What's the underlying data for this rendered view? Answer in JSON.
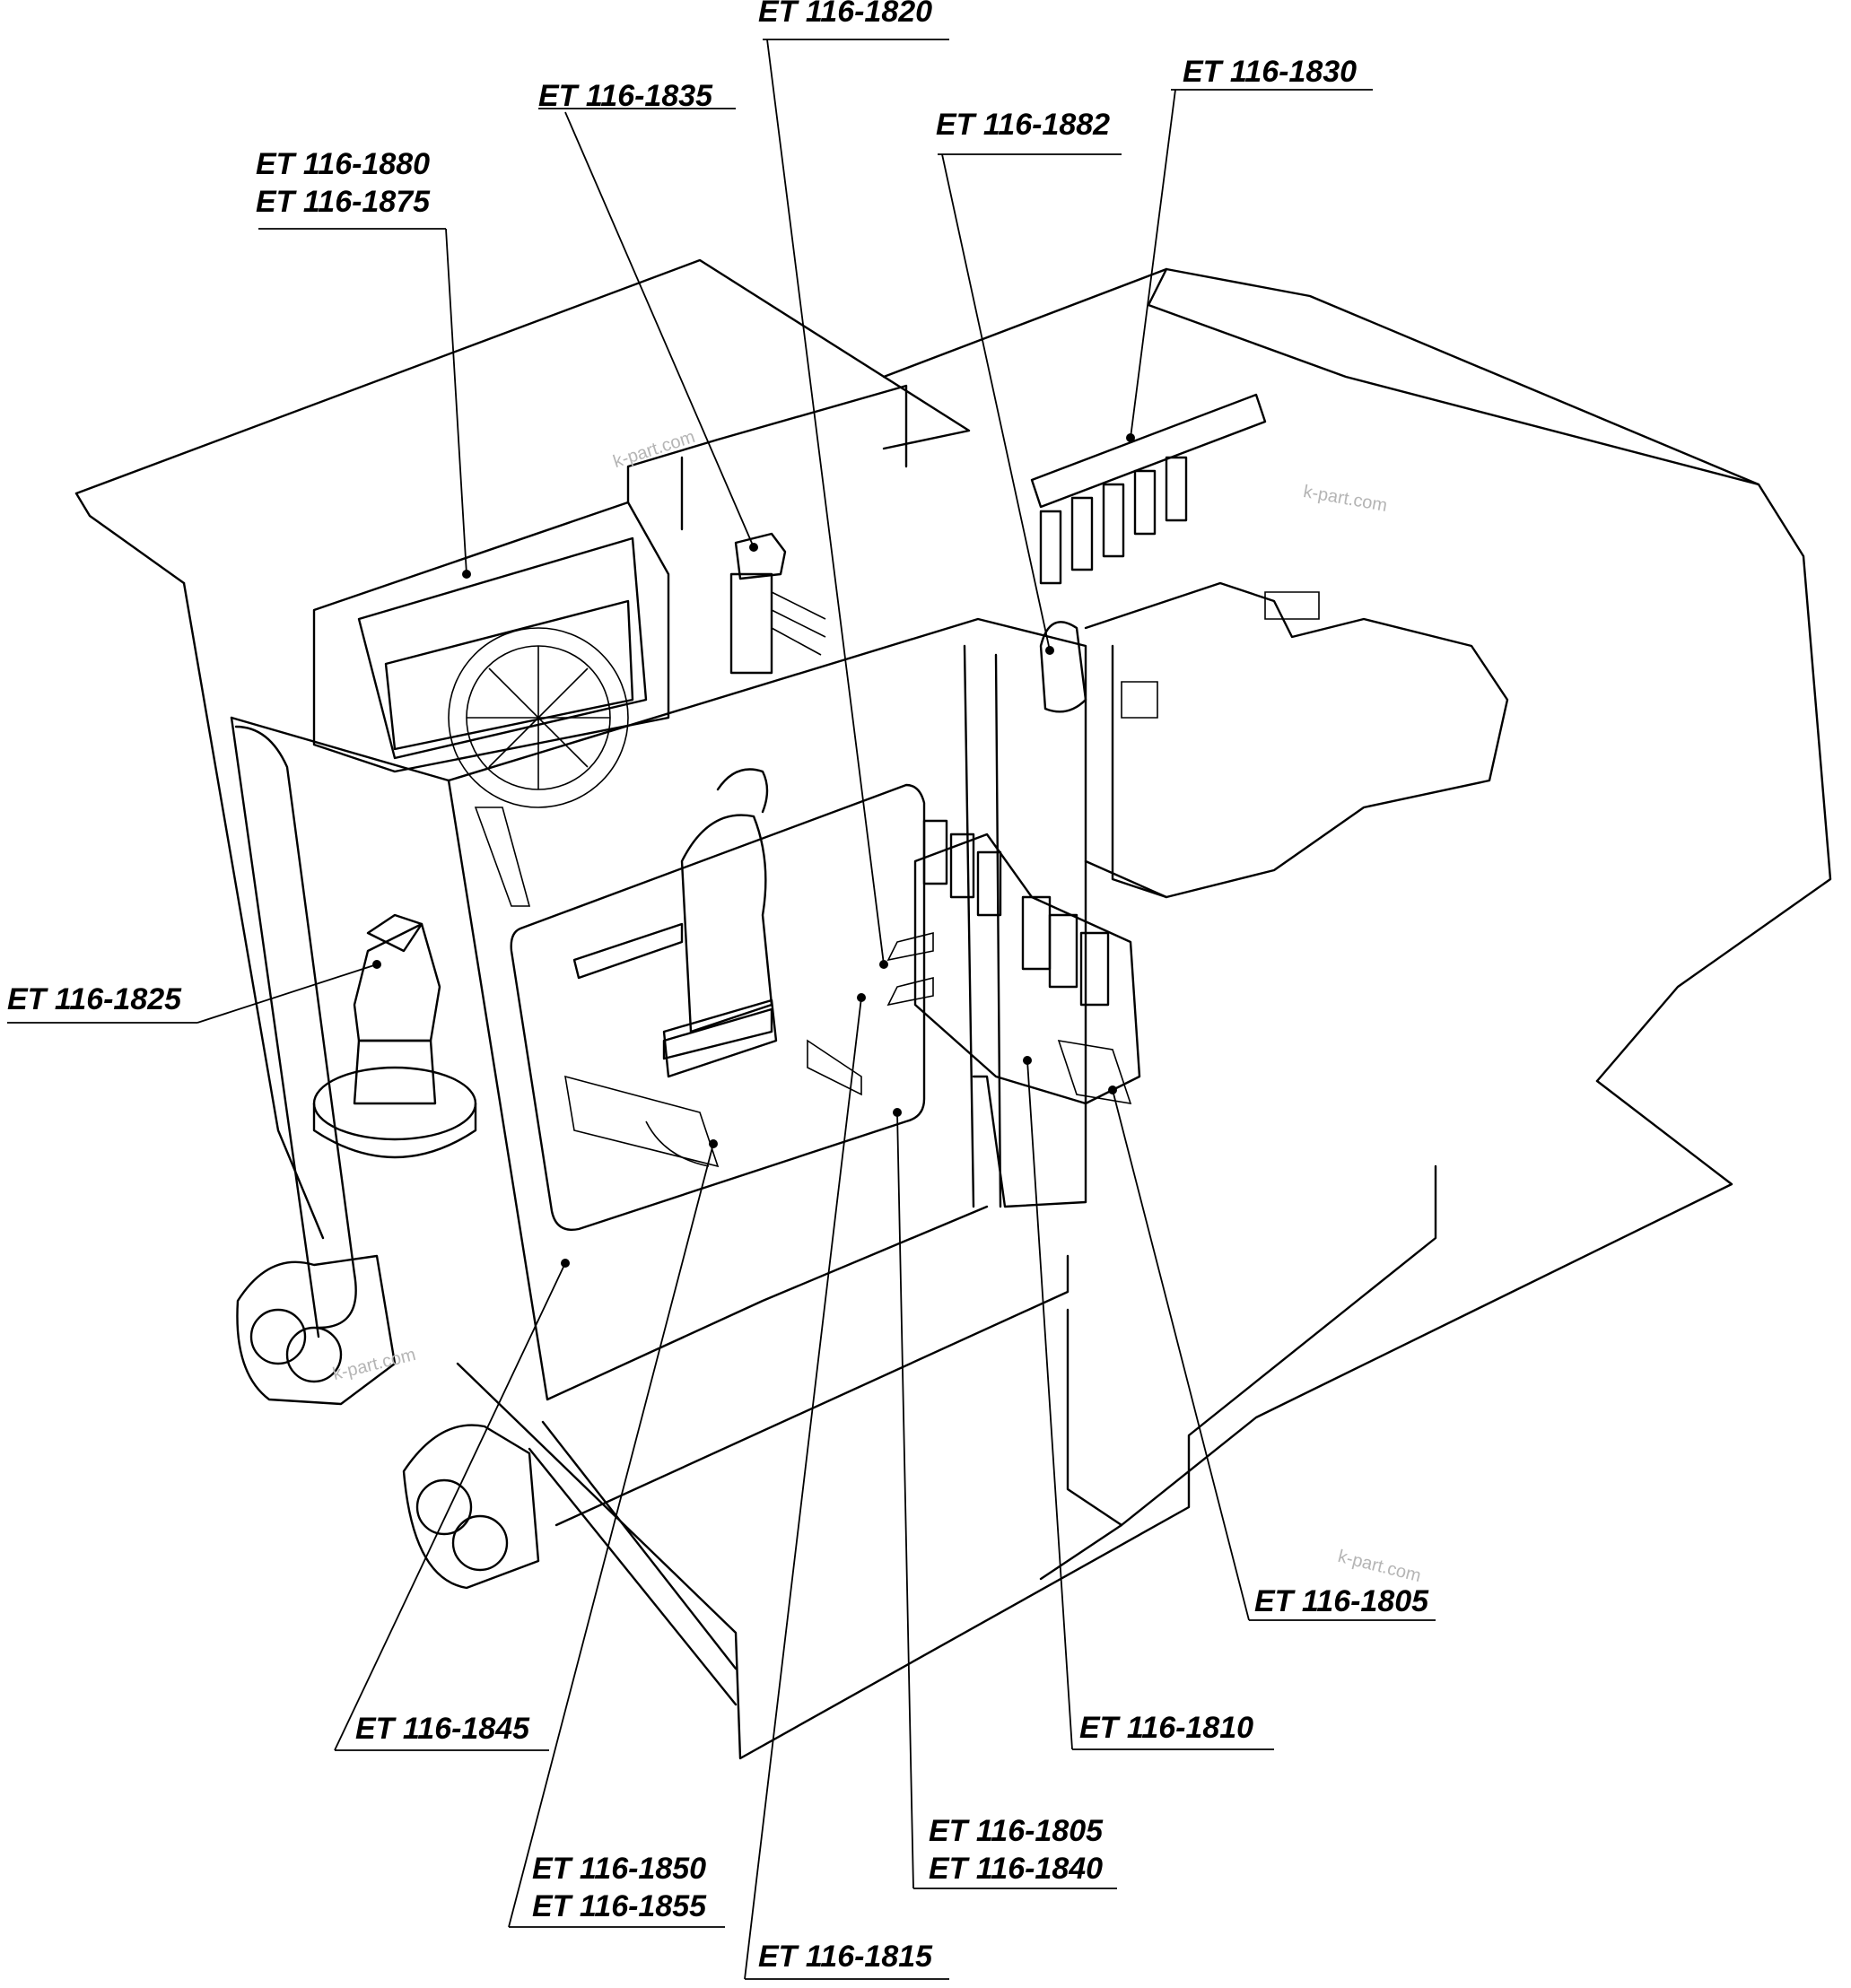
{
  "callouts": [
    {
      "id": "1820",
      "lines": [
        "ET 116-1820"
      ]
    },
    {
      "id": "1835",
      "lines": [
        "ET 116-1835"
      ]
    },
    {
      "id": "1830",
      "lines": [
        "ET 116-1830"
      ]
    },
    {
      "id": "1882",
      "lines": [
        "ET 116-1882"
      ]
    },
    {
      "id": "1880-1875",
      "lines": [
        "ET 116-1880",
        "ET 116-1875"
      ]
    },
    {
      "id": "1825",
      "lines": [
        "ET 116-1825"
      ]
    },
    {
      "id": "1805-right",
      "lines": [
        "ET 116-1805"
      ]
    },
    {
      "id": "1845",
      "lines": [
        "ET 116-1845"
      ]
    },
    {
      "id": "1810",
      "lines": [
        "ET 116-1810"
      ]
    },
    {
      "id": "1805-1840",
      "lines": [
        "ET 116-1805",
        "ET 116-1840"
      ]
    },
    {
      "id": "1850-1855",
      "lines": [
        "ET 116-1850",
        "ET 116-1855"
      ]
    },
    {
      "id": "1815",
      "lines": [
        "ET 116-1815"
      ]
    }
  ],
  "watermarks": [
    "k-part.com",
    "k-part.com",
    "k-part.com",
    "k-part.com"
  ]
}
